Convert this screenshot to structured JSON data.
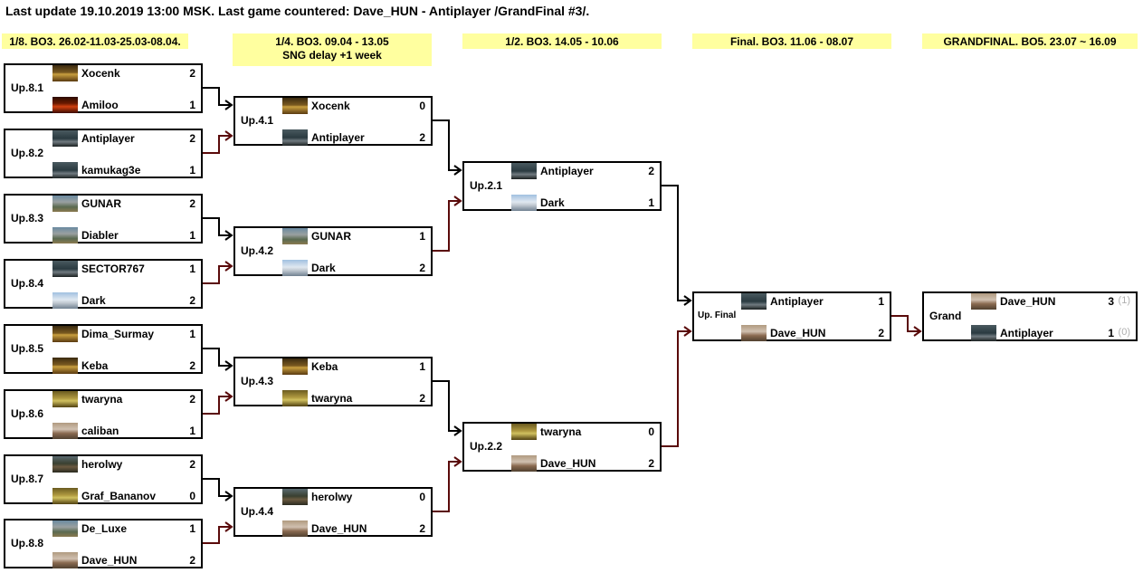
{
  "title": "Last update 19.10.2019 13:00 MSK. Last game countered: Dave_HUN  -  Antiplayer /GrandFinal #3/.",
  "rounds": [
    {
      "line1": "1/8. BO3. 26.02-11.03-25.03-08.04.",
      "line2": ""
    },
    {
      "line1": "1/4. BO3. 09.04 - 13.05",
      "line2": "SNG delay +1 week"
    },
    {
      "line1": "1/2. BO3. 14.05 - 10.06",
      "line2": ""
    },
    {
      "line1": "Final. BO3. 11.06 - 08.07",
      "line2": ""
    },
    {
      "line1": "GRANDFINAL. BO5. 23.07 ~ 16.09",
      "line2": ""
    }
  ],
  "matches": [
    {
      "label": "Up.8.1",
      "p1": "Xocenk",
      "s1": "2",
      "p2": "Amiloo",
      "s2": "1"
    },
    {
      "label": "Up.8.2",
      "p1": "Antiplayer",
      "s1": "2",
      "p2": "kamukag3e",
      "s2": "1"
    },
    {
      "label": "Up.8.3",
      "p1": "GUNAR",
      "s1": "2",
      "p2": "Diabler",
      "s2": "1"
    },
    {
      "label": "Up.8.4",
      "p1": "SECTOR767",
      "s1": "1",
      "p2": "Dark",
      "s2": "2"
    },
    {
      "label": "Up.8.5",
      "p1": "Dima_Surmay",
      "s1": "1",
      "p2": "Keba",
      "s2": "2"
    },
    {
      "label": "Up.8.6",
      "p1": "twaryna",
      "s1": "2",
      "p2": "caliban",
      "s2": "1"
    },
    {
      "label": "Up.8.7",
      "p1": "herolwy",
      "s1": "2",
      "p2": "Graf_Bananov",
      "s2": "0"
    },
    {
      "label": "Up.8.8",
      "p1": "De_Luxe",
      "s1": "1",
      "p2": "Dave_HUN",
      "s2": "2"
    },
    {
      "label": "Up.4.1",
      "p1": "Xocenk",
      "s1": "0",
      "p2": "Antiplayer",
      "s2": "2"
    },
    {
      "label": "Up.4.2",
      "p1": "GUNAR",
      "s1": "1",
      "p2": "Dark",
      "s2": "2"
    },
    {
      "label": "Up.4.3",
      "p1": "Keba",
      "s1": "1",
      "p2": "twaryna",
      "s2": "2"
    },
    {
      "label": "Up.4.4",
      "p1": "herolwy",
      "s1": "0",
      "p2": "Dave_HUN",
      "s2": "2"
    },
    {
      "label": "Up.2.1",
      "p1": "Antiplayer",
      "s1": "2",
      "p2": "Dark",
      "s2": "1"
    },
    {
      "label": "Up.2.2",
      "p1": "twaryna",
      "s1": "0",
      "p2": "Dave_HUN",
      "s2": "2"
    },
    {
      "label": "Up. Final",
      "p1": "Antiplayer",
      "s1": "1",
      "p2": "Dave_HUN",
      "s2": "2"
    },
    {
      "label": "Grand",
      "p1": "Dave_HUN",
      "s1": "3",
      "p1_paren": "(1)",
      "p2": "Antiplayer",
      "s2": "1",
      "p2_paren": "(0)"
    }
  ],
  "colors": {
    "header_bg": "#ffff9f",
    "arrow_black": "#000000",
    "arrow_red": "#5a0a0a",
    "paren_gray": "#b0b0b0"
  },
  "icons": {
    "Xocenk": "castle-icon",
    "Amiloo": "inferno-icon",
    "Antiplayer": "necropolis-icon",
    "kamukag3e": "necropolis-icon",
    "GUNAR": "tower-icon",
    "Diabler": "tower-icon",
    "SECTOR767": "necropolis-icon",
    "Dark": "castle-white-icon",
    "Dima_Surmay": "castle-icon",
    "Keba": "castle-icon",
    "twaryna": "rampart-icon",
    "caliban": "stronghold-icon",
    "herolwy": "fortress-icon",
    "Graf_Bananov": "rampart-icon",
    "De_Luxe": "tower-icon",
    "Dave_HUN": "stronghold-icon"
  }
}
